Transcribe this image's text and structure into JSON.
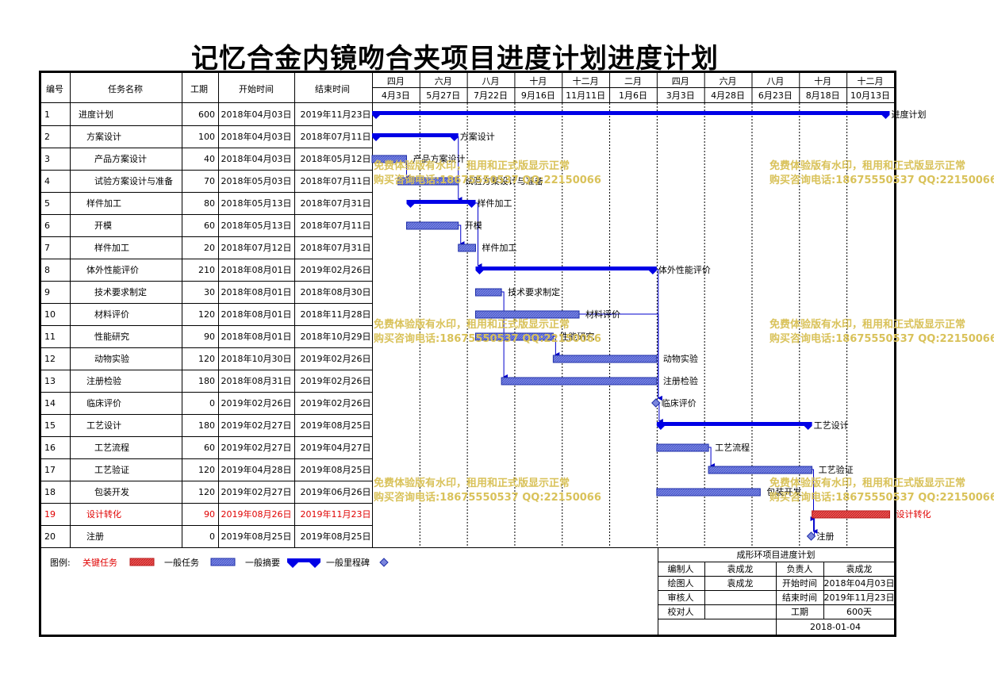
{
  "page": {
    "title": "记忆合金内镜吻合夹项目进度计划进度计划"
  },
  "table": {
    "headers": {
      "id": "编号",
      "name": "任务名称",
      "duration": "工期",
      "start": "开始时间",
      "end": "结束时间"
    }
  },
  "timeline": {
    "months": [
      "四月",
      "六月",
      "八月",
      "十月",
      "十二月",
      "二月",
      "四月",
      "六月",
      "八月",
      "十月",
      "十二月"
    ],
    "dates": [
      "4月3日",
      "5月27日",
      "7月22日",
      "9月16日",
      "11月11日",
      "1月6日",
      "3月3日",
      "4月28日",
      "6月23日",
      "8月18日",
      "10月13日"
    ]
  },
  "chart_data": {
    "type": "gantt",
    "x_range": [
      "2018-04-03",
      "2019-11-30"
    ],
    "tasks": [
      {
        "id": "1",
        "name": "进度计划",
        "level": 0,
        "duration": "600",
        "start_label": "2018年04月03日",
        "end_label": "2019年11月23日",
        "start": "2018-04-03",
        "end": "2019-11-23",
        "kind": "summary",
        "critical": false,
        "bar_label": "进度计划"
      },
      {
        "id": "2",
        "name": "方案设计",
        "level": 1,
        "duration": "100",
        "start_label": "2018年04月03日",
        "end_label": "2018年07月11日",
        "start": "2018-04-03",
        "end": "2018-07-11",
        "kind": "summary",
        "critical": false,
        "bar_label": "方案设计"
      },
      {
        "id": "3",
        "name": "产品方案设计",
        "level": 2,
        "duration": "40",
        "start_label": "2018年04月03日",
        "end_label": "2018年05月12日",
        "start": "2018-04-03",
        "end": "2018-05-12",
        "kind": "task",
        "critical": false,
        "bar_label": "产品方案设计"
      },
      {
        "id": "4",
        "name": "试验方案设计与准备",
        "level": 2,
        "duration": "70",
        "start_label": "2018年05月03日",
        "end_label": "2018年07月11日",
        "start": "2018-05-03",
        "end": "2018-07-11",
        "kind": "task",
        "critical": false,
        "bar_label": "试验方案设计与准备"
      },
      {
        "id": "5",
        "name": "样件加工",
        "level": 1,
        "duration": "80",
        "start_label": "2018年05月13日",
        "end_label": "2018年07月31日",
        "start": "2018-05-13",
        "end": "2018-07-31",
        "kind": "summary",
        "critical": false,
        "bar_label": "样件加工"
      },
      {
        "id": "6",
        "name": "开模",
        "level": 2,
        "duration": "60",
        "start_label": "2018年05月13日",
        "end_label": "2018年07月11日",
        "start": "2018-05-13",
        "end": "2018-07-11",
        "kind": "task",
        "critical": false,
        "bar_label": "开模"
      },
      {
        "id": "7",
        "name": "样件加工",
        "level": 2,
        "duration": "20",
        "start_label": "2018年07月12日",
        "end_label": "2018年07月31日",
        "start": "2018-07-12",
        "end": "2018-07-31",
        "kind": "task",
        "critical": false,
        "bar_label": "样件加工"
      },
      {
        "id": "8",
        "name": "体外性能评价",
        "level": 1,
        "duration": "210",
        "start_label": "2018年08月01日",
        "end_label": "2019年02月26日",
        "start": "2018-08-01",
        "end": "2019-02-26",
        "kind": "summary",
        "critical": false,
        "bar_label": "体外性能评价"
      },
      {
        "id": "9",
        "name": "技术要求制定",
        "level": 2,
        "duration": "30",
        "start_label": "2018年08月01日",
        "end_label": "2018年08月30日",
        "start": "2018-08-01",
        "end": "2018-08-30",
        "kind": "task",
        "critical": false,
        "bar_label": "技术要求制定"
      },
      {
        "id": "10",
        "name": "材料评价",
        "level": 2,
        "duration": "120",
        "start_label": "2018年08月01日",
        "end_label": "2018年11月28日",
        "start": "2018-08-01",
        "end": "2018-11-28",
        "kind": "task",
        "critical": false,
        "bar_label": "材料评价"
      },
      {
        "id": "11",
        "name": "性能研究",
        "level": 2,
        "duration": "90",
        "start_label": "2018年08月01日",
        "end_label": "2018年10月29日",
        "start": "2018-08-01",
        "end": "2018-10-29",
        "kind": "task",
        "critical": false,
        "bar_label": "性能研究"
      },
      {
        "id": "12",
        "name": "动物实验",
        "level": 2,
        "duration": "120",
        "start_label": "2018年10月30日",
        "end_label": "2019年02月26日",
        "start": "2018-10-30",
        "end": "2019-02-26",
        "kind": "task",
        "critical": false,
        "bar_label": "动物实验"
      },
      {
        "id": "13",
        "name": "注册检验",
        "level": 1,
        "duration": "180",
        "start_label": "2018年08月31日",
        "end_label": "2019年02月26日",
        "start": "2018-08-31",
        "end": "2019-02-26",
        "kind": "task",
        "critical": false,
        "bar_label": "注册检验"
      },
      {
        "id": "14",
        "name": "临床评价",
        "level": 1,
        "duration": "0",
        "start_label": "2019年02月26日",
        "end_label": "2019年02月26日",
        "start": "2019-02-26",
        "end": "2019-02-26",
        "kind": "milestone",
        "critical": false,
        "bar_label": "临床评价"
      },
      {
        "id": "15",
        "name": "工艺设计",
        "level": 1,
        "duration": "180",
        "start_label": "2019年02月27日",
        "end_label": "2019年08月25日",
        "start": "2019-02-27",
        "end": "2019-08-25",
        "kind": "summary",
        "critical": false,
        "bar_label": "工艺设计"
      },
      {
        "id": "16",
        "name": "工艺流程",
        "level": 2,
        "duration": "60",
        "start_label": "2019年02月27日",
        "end_label": "2019年04月27日",
        "start": "2019-02-27",
        "end": "2019-04-27",
        "kind": "task",
        "critical": false,
        "bar_label": "工艺流程"
      },
      {
        "id": "17",
        "name": "工艺验证",
        "level": 2,
        "duration": "120",
        "start_label": "2019年04月28日",
        "end_label": "2019年08月25日",
        "start": "2019-04-28",
        "end": "2019-08-25",
        "kind": "task",
        "critical": false,
        "bar_label": "工艺验证"
      },
      {
        "id": "18",
        "name": "包装开发",
        "level": 2,
        "duration": "120",
        "start_label": "2019年02月27日",
        "end_label": "2019年06月26日",
        "start": "2019-02-27",
        "end": "2019-06-26",
        "kind": "task",
        "critical": false,
        "bar_label": "包装开发"
      },
      {
        "id": "19",
        "name": "设计转化",
        "level": 1,
        "duration": "90",
        "start_label": "2019年08月26日",
        "end_label": "2019年11月23日",
        "start": "2019-08-26",
        "end": "2019-11-23",
        "kind": "task",
        "critical": true,
        "bar_label": "设计转化"
      },
      {
        "id": "20",
        "name": "注册",
        "level": 1,
        "duration": "0",
        "start_label": "2019年08月25日",
        "end_label": "2019年08月25日",
        "start": "2019-08-25",
        "end": "2019-08-25",
        "kind": "milestone",
        "critical": false,
        "bar_label": "注册"
      }
    ],
    "links": [
      [
        "2",
        "5"
      ],
      [
        "3",
        "4"
      ],
      [
        "5",
        "8"
      ],
      [
        "6",
        "7"
      ],
      [
        "8",
        "14"
      ],
      [
        "9",
        "13"
      ],
      [
        "10",
        "14"
      ],
      [
        "11",
        "12"
      ],
      [
        "14",
        "15"
      ],
      [
        "16",
        "17"
      ],
      [
        "17",
        "20"
      ],
      [
        "20",
        "19"
      ]
    ]
  },
  "legend": {
    "label": "图例:",
    "critical": "关键任务",
    "task": "一般任务",
    "summary": "一般摘要",
    "milestone": "一般里程碑"
  },
  "info_box": {
    "title": "成形环项目进度计划",
    "rows": [
      {
        "k1": "编制人",
        "v1": "袁成龙",
        "k2": "负责人",
        "v2": "袁成龙"
      },
      {
        "k1": "绘图人",
        "v1": "袁成龙",
        "k2": "开始时间",
        "v2": "2018年04月03日"
      },
      {
        "k1": "审核人",
        "v1": "",
        "k2": "结束时间",
        "v2": "2019年11月23日"
      },
      {
        "k1": "校对人",
        "v1": "",
        "k2": "工期",
        "v2": "600天"
      }
    ],
    "date": "2018-01-04"
  },
  "watermark": {
    "line1": "免费体验版有水印，租用和正式版显示正常",
    "line2": "购买咨询电话:18675550537 QQ:22150066"
  },
  "colors": {
    "summary": "#0000e6",
    "task_fill": "#7b86dd",
    "task_border": "#1f2fa8",
    "critical_fill": "#e53b3b",
    "critical_text": "#e00000",
    "watermark": "#d9c25a",
    "grid": "#000000"
  }
}
